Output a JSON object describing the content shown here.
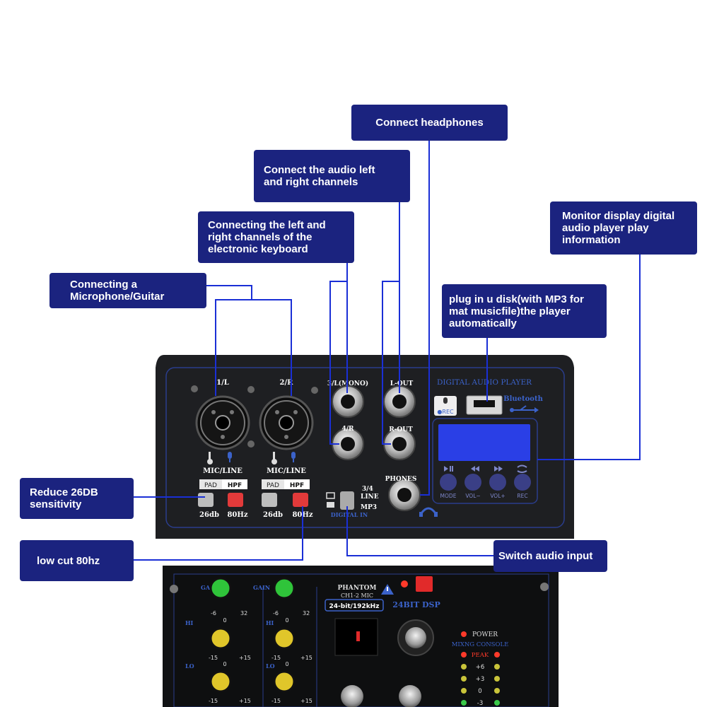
{
  "callouts": {
    "headphones": "Connect headphones",
    "audio_lr": "Connect the audio left\nand right channels",
    "keyboard": "Connecting the left and\nright channels of the\nelectronic keyboard",
    "mic_guitar": "Connecting a\nMicrophone/Guitar",
    "monitor": "Monitor display digital\naudio player play\ninformation",
    "udisk": "plug in u disk(with MP3 for\nmat musicfile)the player\nautomatically",
    "pad": "Reduce 26DB\nsensitivity",
    "lowcut": "low cut 80hz",
    "switch": "Switch audio input"
  },
  "panel": {
    "ch1": "1/L",
    "ch2": "2/R",
    "ch3l": "3/L(MONO)",
    "ch4r": "4/R",
    "lout": "L-OUT",
    "rout": "R-OUT",
    "phones": "PHONES",
    "mic_line": "MIC/LINE",
    "pad": "PAD",
    "hpf": "HPF",
    "db26": "26db",
    "hz80": "80Hz",
    "line34": "3/4\nLINE",
    "mp3": "MP3",
    "digital_in": "DIGITAL IN",
    "dap_title": "DIGITAL AUDIO PLAYER",
    "rec_badge": "●REC",
    "bluetooth": "Bluetooth",
    "btn_mode": "MODE",
    "btn_voldown": "VOL−",
    "btn_volup": "VOL+",
    "btn_rec": "REC",
    "gain": "GAIN",
    "hi": "HI",
    "lo": "LO",
    "gain_min": "-6",
    "gain_max": "32",
    "eq_zero": "0",
    "eq_min": "-15",
    "eq_max": "+15",
    "phantom": "PHANTOM",
    "phantom_sub": "CH1-2 MIC",
    "bitrate": "24-bit/192kHz",
    "dsp": "24BIT DSP",
    "power": "POWER",
    "mixing_console": "MIXNG CONSOLE",
    "peak": "PEAK",
    "meter_p6": "+6",
    "meter_p3": "+3",
    "meter_0": "0",
    "meter_m3": "-3"
  },
  "colors": {
    "callout_bg": "#1b237f",
    "leader": "#1a2fd6",
    "panel": "#1e1f22",
    "accent_blue": "#3b62c9",
    "gain_knob": "#2fc43a",
    "eq_knob": "#e0c62a",
    "hpf_red": "#e23a3a"
  },
  "icons": [
    "guitar-icon",
    "microphone-icon",
    "usb-icon",
    "headphone-icon",
    "play-pause-icon",
    "prev-icon",
    "next-icon",
    "repeat-icon",
    "warning-icon",
    "screw-icon"
  ]
}
